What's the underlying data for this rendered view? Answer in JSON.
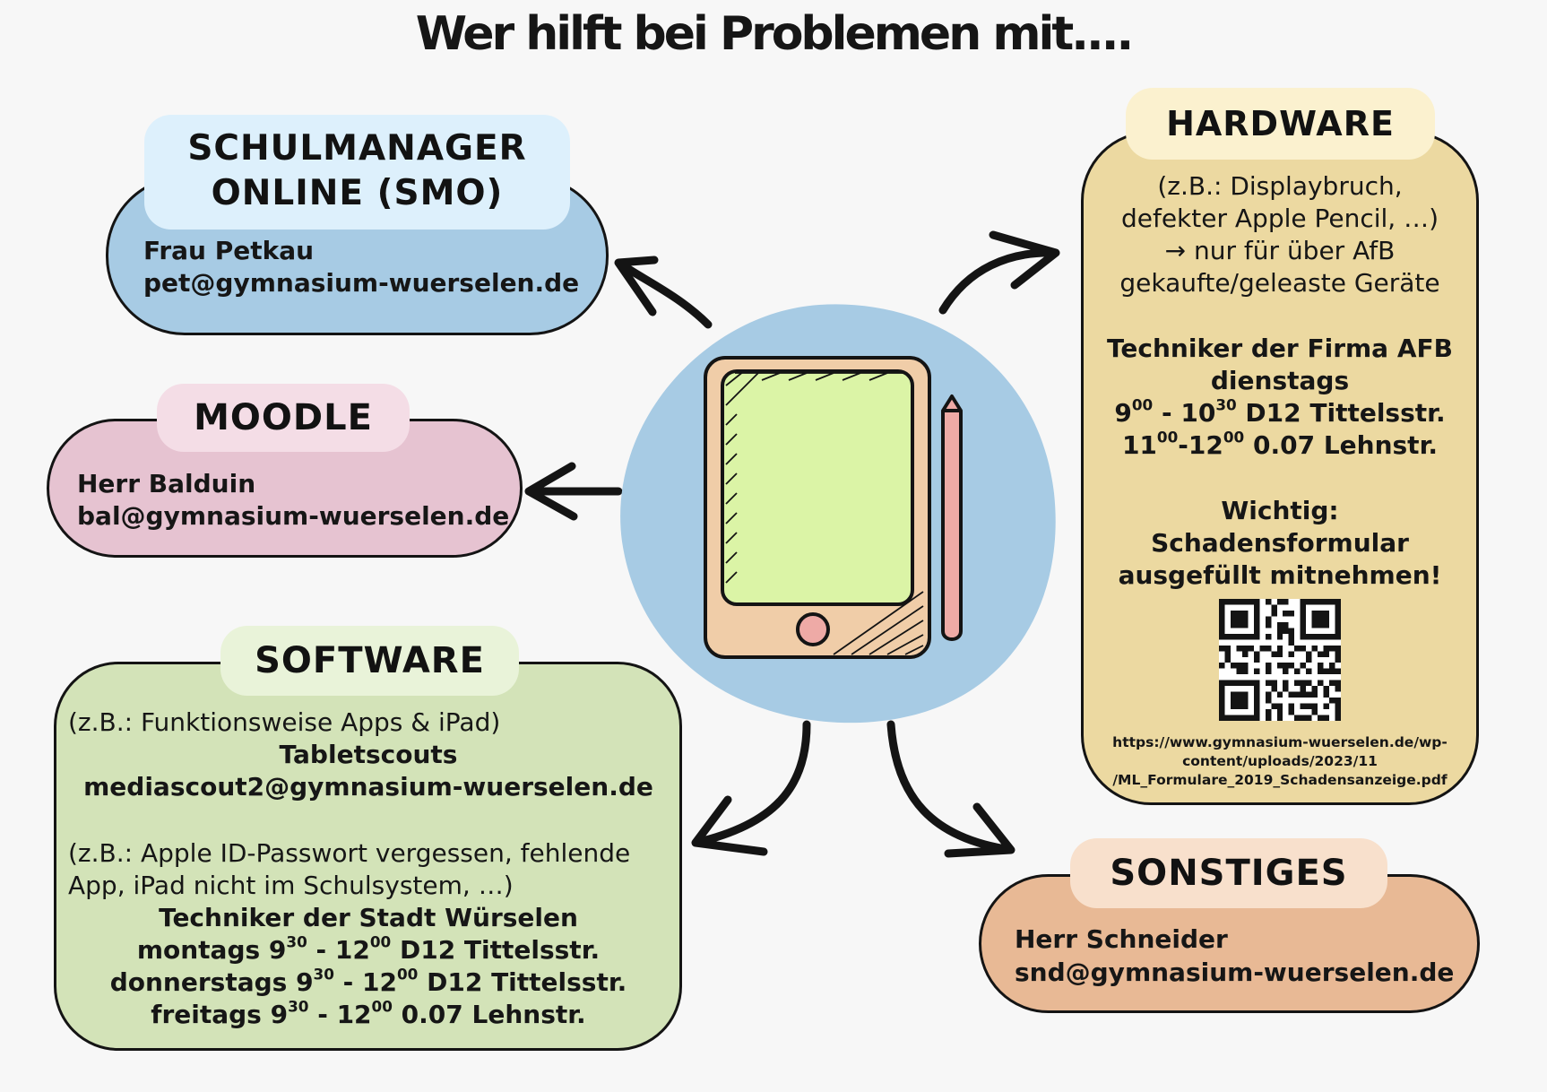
{
  "title": "Wer hilft bei Problemen mit....",
  "smo": {
    "heading_line1": "SCHULMANAGER",
    "heading_line2": "ONLINE (SMO)",
    "contact_name": "Frau Petkau",
    "contact_email": "pet@gymnasium-wuerselen.de"
  },
  "moodle": {
    "heading": "MOODLE",
    "contact_name": "Herr Balduin",
    "contact_email": "bal@gymnasium-wuerselen.de"
  },
  "software": {
    "heading": "SOFTWARE",
    "example1": "(z.B.: Funktionsweise Apps & iPad)",
    "contact1_name": "Tabletscouts",
    "contact1_email": "mediascout2@gymnasium-wuerselen.de",
    "example2_line1": "(z.B.: Apple ID-Passwort vergessen, fehlende",
    "example2_line2": "App, iPad nicht im Schulsystem, …)",
    "contact2_name": "Techniker der Stadt Würselen",
    "schedule": [
      {
        "day": "montags",
        "from_h": "9",
        "from_m": "30",
        "to_h": "12",
        "to_m": "00",
        "place": "D12 Tittelsstr."
      },
      {
        "day": "donnerstags",
        "from_h": "9",
        "from_m": "30",
        "to_h": "12",
        "to_m": "00",
        "place": "D12 Tittelsstr."
      },
      {
        "day": "freitags",
        "from_h": "9",
        "from_m": "30",
        "to_h": "12",
        "to_m": "00",
        "place": "0.07 Lehnstr."
      }
    ]
  },
  "hardware": {
    "heading": "HARDWARE",
    "example_line1": "(z.B.: Displaybruch,",
    "example_line2": "defekter Apple Pencil, …)",
    "example_line3": "→ nur für über AfB",
    "example_line4": "gekaufte/geleaste Geräte",
    "contact_name": "Techniker der Firma AFB",
    "day": "dienstags",
    "slots": [
      {
        "from_h": "9",
        "from_m": "00",
        "sep": " - ",
        "to_h": "10",
        "to_m": "30",
        "place": "D12 Tittelsstr."
      },
      {
        "from_h": "11",
        "from_m": "00",
        "sep": "-",
        "to_h": "12",
        "to_m": "00",
        "place": "0.07 Lehnstr."
      }
    ],
    "note_line1": "Wichtig:",
    "note_line2": "Schadensformular",
    "note_line3": "ausgefüllt mitnehmen!",
    "url_line1": "https://www.gymnasium-wuerselen.de/wp-",
    "url_line2": "content/uploads/2023/11",
    "url_line3": "/ML_Formulare_2019_Schadensanzeige.pdf"
  },
  "sonstiges": {
    "heading": "SONSTIGES",
    "contact_name": "Herr Schneider",
    "contact_email": "snd@gymnasium-wuerselen.de"
  },
  "colors": {
    "smo": "#a7cbe4",
    "moodle": "#e6c3d1",
    "software": "#d3e3b8",
    "hardware": "#ecd9a1",
    "sonstiges": "#e8b995",
    "center_blob": "#a7cbe4",
    "tablet_frame": "#f0cda8",
    "tablet_screen": "#dbf4a6",
    "pencil": "#eeaaa6"
  },
  "icons": {
    "center": "tablet-with-pencil-icon",
    "code": "qr-code-icon"
  }
}
